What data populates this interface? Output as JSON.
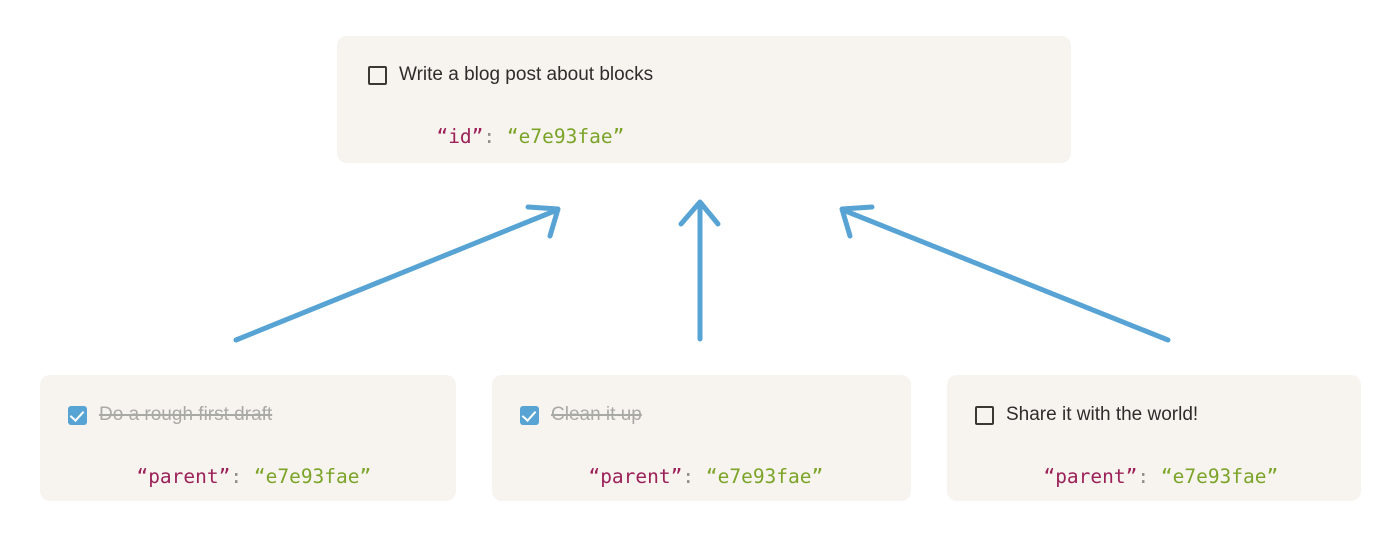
{
  "theme": {
    "page_background": "#ffffff",
    "card_background": "#f7f4ef",
    "arrow_color": "#57a4d4",
    "checkbox_checked_color": "#57a4d4",
    "checkbox_unchecked_border": "#3b3834",
    "label_color": "#2f2d2b",
    "label_done_color": "#a9a9a6",
    "code_key_color": "#9c2159",
    "code_value_color": "#7ba428",
    "code_punct_color": "#8d8d8d"
  },
  "parent_card": {
    "checkbox_state": "unchecked",
    "checkbox_icon": "checkbox-empty-icon",
    "todo_label": "Write a blog post about blocks",
    "code": {
      "key": "“id”",
      "separator": ": ",
      "value": "“e7e93fae”"
    }
  },
  "child_cards": [
    {
      "checkbox_state": "checked",
      "checkbox_icon": "checkbox-checked-icon",
      "todo_label": "Do a rough first draft",
      "code": {
        "key": "“parent”",
        "separator": ": ",
        "value": "“e7e93fae”"
      }
    },
    {
      "checkbox_state": "checked",
      "checkbox_icon": "checkbox-checked-icon",
      "todo_label": "Clean it up",
      "code": {
        "key": "“parent”",
        "separator": ": ",
        "value": "“e7e93fae”"
      }
    },
    {
      "checkbox_state": "unchecked",
      "checkbox_icon": "checkbox-empty-icon",
      "todo_label": "Share it with the world!",
      "code": {
        "key": "“parent”",
        "separator": ": ",
        "value": "“e7e93fae”"
      }
    }
  ],
  "arrows": [
    {
      "name": "arrow-child-1-to-parent",
      "from": "child-card-1",
      "to": "parent-card",
      "direction": "up-right"
    },
    {
      "name": "arrow-child-2-to-parent",
      "from": "child-card-2",
      "to": "parent-card",
      "direction": "up"
    },
    {
      "name": "arrow-child-3-to-parent",
      "from": "child-card-3",
      "to": "parent-card",
      "direction": "up-left"
    }
  ]
}
